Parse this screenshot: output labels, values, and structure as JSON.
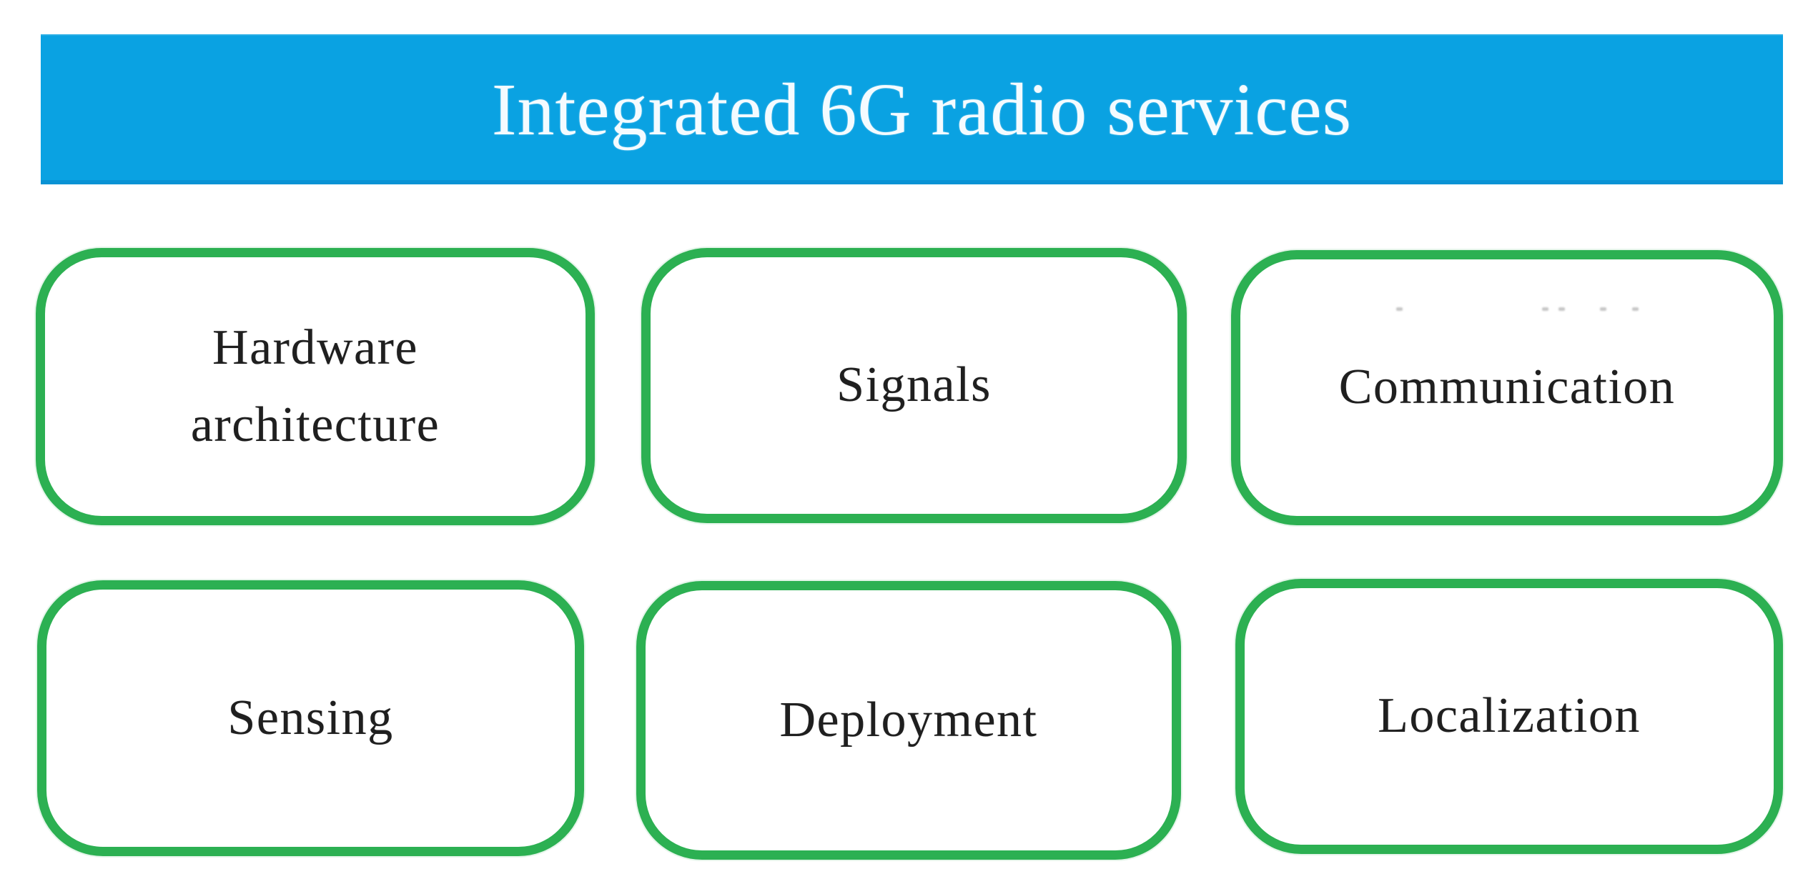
{
  "header": {
    "title": "Integrated 6G radio services",
    "bg_color": "#0aa2e2",
    "text_color": "#f4fbff"
  },
  "boxes": [
    {
      "id": "hardware-architecture",
      "label": "Hardware architecture"
    },
    {
      "id": "signals",
      "label": "Signals"
    },
    {
      "id": "communication",
      "label": "Communication"
    },
    {
      "id": "sensing",
      "label": "Sensing"
    },
    {
      "id": "deployment",
      "label": "Deployment"
    },
    {
      "id": "localization",
      "label": "Localization"
    }
  ],
  "colors": {
    "box_border_green": "#2cb052",
    "box_fill": "#ffffff",
    "label_text": "#1f1f1f",
    "page_background": "#ffffff"
  }
}
